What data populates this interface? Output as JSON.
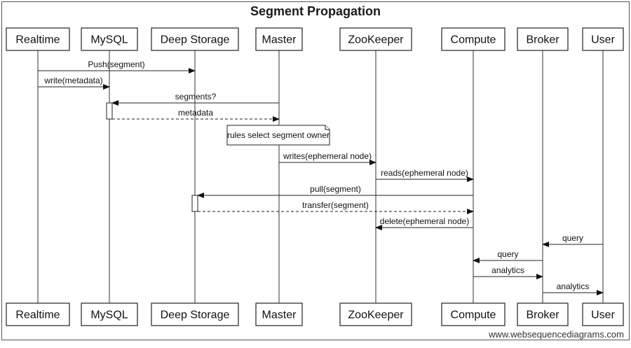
{
  "title": "Segment Propagation",
  "participants": [
    {
      "id": "realtime",
      "label": "Realtime"
    },
    {
      "id": "mysql",
      "label": "MySQL"
    },
    {
      "id": "deepstorage",
      "label": "Deep Storage"
    },
    {
      "id": "master",
      "label": "Master"
    },
    {
      "id": "zookeeper",
      "label": "ZooKeeper"
    },
    {
      "id": "compute",
      "label": "Compute"
    },
    {
      "id": "broker",
      "label": "Broker"
    },
    {
      "id": "user",
      "label": "User"
    }
  ],
  "messages": [
    {
      "from": "realtime",
      "to": "deepstorage",
      "label": "Push(segment)",
      "style": "solid"
    },
    {
      "from": "realtime",
      "to": "mysql",
      "label": "write(metadata)",
      "style": "solid"
    },
    {
      "from": "master",
      "to": "mysql",
      "label": "segments?",
      "style": "solid"
    },
    {
      "from": "mysql",
      "to": "master",
      "label": "metadata",
      "style": "dashed"
    },
    {
      "from": "master",
      "to": "zookeeper",
      "label": "writes(ephemeral node)",
      "style": "solid"
    },
    {
      "from": "zookeeper",
      "to": "compute",
      "label": "reads(ephemeral node)",
      "style": "solid"
    },
    {
      "from": "compute",
      "to": "deepstorage",
      "label": "pull(segment)",
      "style": "solid"
    },
    {
      "from": "deepstorage",
      "to": "compute",
      "label": "transfer(segment)",
      "style": "dashed"
    },
    {
      "from": "compute",
      "to": "zookeeper",
      "label": "delete(ephemeral node)",
      "style": "solid"
    },
    {
      "from": "user",
      "to": "broker",
      "label": "query",
      "style": "solid"
    },
    {
      "from": "broker",
      "to": "compute",
      "label": "query",
      "style": "solid"
    },
    {
      "from": "compute",
      "to": "broker",
      "label": "analytics",
      "style": "solid"
    },
    {
      "from": "broker",
      "to": "user",
      "label": "analytics",
      "style": "solid"
    }
  ],
  "note": {
    "over": "master",
    "text": "rules select segment owner"
  },
  "watermark": "www.websequencediagrams.com"
}
